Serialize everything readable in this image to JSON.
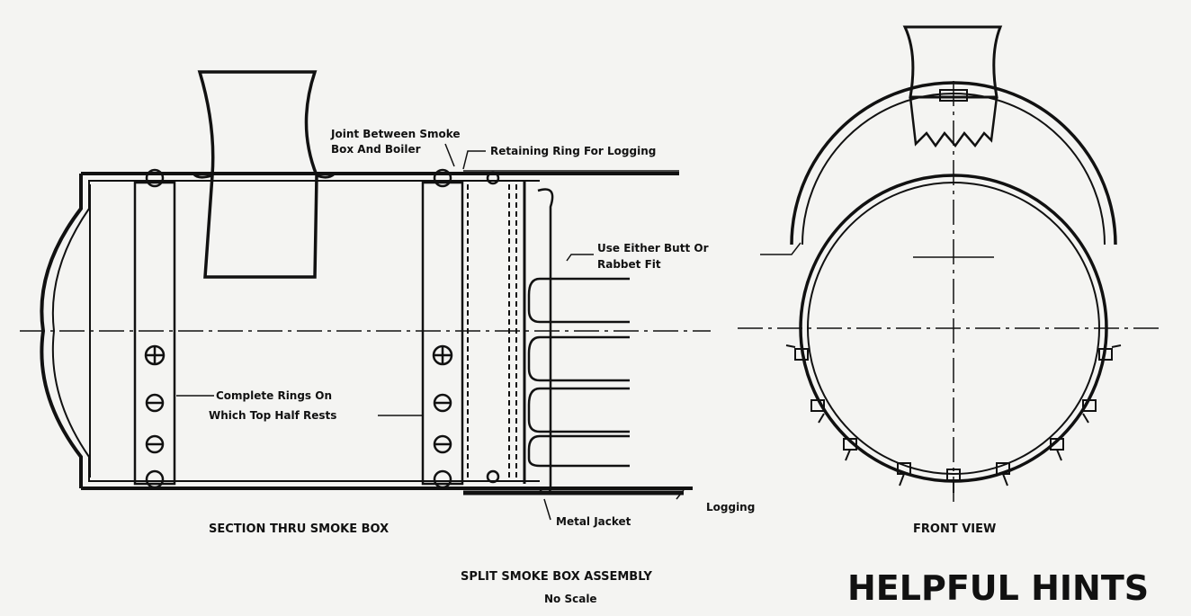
{
  "labels": {
    "joint_line1": "Joint Between Smoke",
    "joint_line2": "Box And Boiler",
    "retaining_ring": "Retaining Ring For Logging",
    "butt_line1": "Use Either Butt Or",
    "butt_line2": "Rabbet Fit",
    "rings_line1": "Complete Rings On",
    "rings_line2": "Which Top Half Rests",
    "logging": "Logging",
    "metal_jacket": "Metal Jacket",
    "section_caption": "SECTION THRU SMOKE BOX",
    "front_caption": "FRONT VIEW",
    "assembly_line1": "SPLIT SMOKE BOX ASSEMBLY",
    "assembly_line2": "No Scale",
    "hints_title": "HELPFUL HINTS"
  },
  "colors": {
    "ink": "#111111",
    "paper": "#f4f4f2"
  }
}
